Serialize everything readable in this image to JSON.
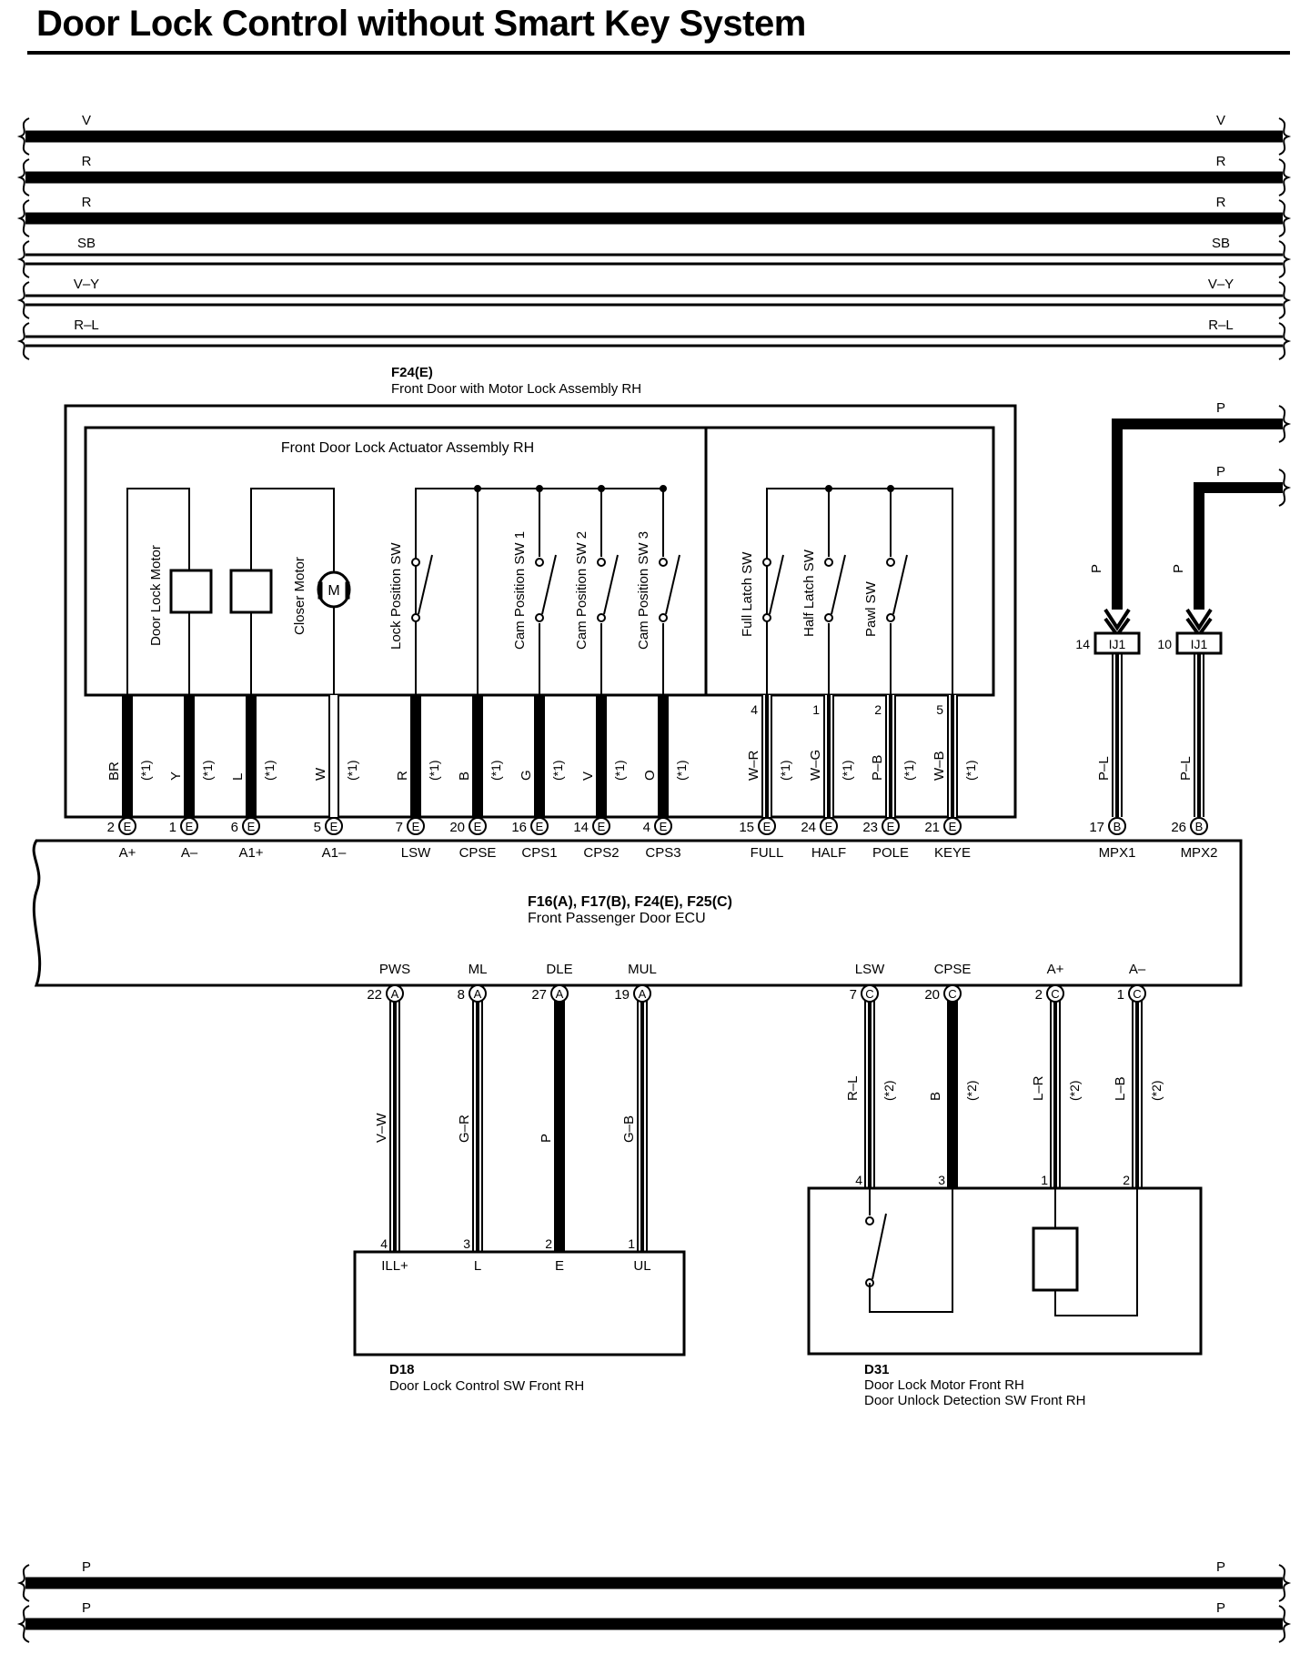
{
  "title": "Door Lock Control without Smart Key System",
  "top_bus": [
    {
      "color": "V",
      "style": "thick"
    },
    {
      "color": "R",
      "style": "thick"
    },
    {
      "color": "R",
      "style": "thick"
    },
    {
      "color": "SB",
      "style": "double"
    },
    {
      "color": "V–Y",
      "style": "double"
    },
    {
      "color": "R–L",
      "style": "double"
    }
  ],
  "bottom_bus": [
    {
      "color": "P",
      "style": "thick"
    },
    {
      "color": "P",
      "style": "thick"
    }
  ],
  "lock_assembly": {
    "code": "F24(E)",
    "name": "Front Door with Motor Lock Assembly RH"
  },
  "actuator": {
    "name": "Front Door Lock Actuator Assembly RH"
  },
  "components": [
    {
      "label": "Door Lock Motor",
      "kind": "coil"
    },
    {
      "label": "Closer Motor",
      "kind": "motor",
      "symbol": "M"
    },
    {
      "label": "Lock Position SW",
      "kind": "switch"
    },
    {
      "label": "Cam Position SW 1",
      "kind": "switch"
    },
    {
      "label": "Cam Position SW 2",
      "kind": "switch"
    },
    {
      "label": "Cam Position SW 3",
      "kind": "switch"
    },
    {
      "label": "Full Latch SW",
      "kind": "switch"
    },
    {
      "label": "Half Latch SW",
      "kind": "switch"
    },
    {
      "label": "Pawl SW",
      "kind": "switch"
    }
  ],
  "ecu": {
    "codes": "F16(A), F17(B), F24(E), F25(C)",
    "name": "Front Passenger Door ECU"
  },
  "ecu_top_pins": [
    {
      "pin": "2",
      "conn": "E",
      "term": "A+",
      "wire": "BR",
      "note": "(*1)",
      "style": "thick"
    },
    {
      "pin": "1",
      "conn": "E",
      "term": "A–",
      "wire": "Y",
      "note": "(*1)",
      "style": "thick"
    },
    {
      "pin": "6",
      "conn": "E",
      "term": "A1+",
      "wire": "L",
      "note": "(*1)",
      "style": "thick"
    },
    {
      "pin": "5",
      "conn": "E",
      "term": "A1–",
      "wire": "W",
      "note": "(*1)",
      "style": "white"
    },
    {
      "pin": "7",
      "conn": "E",
      "term": "LSW",
      "wire": "R",
      "note": "(*1)",
      "style": "thick"
    },
    {
      "pin": "20",
      "conn": "E",
      "term": "CPSE",
      "wire": "B",
      "note": "(*1)",
      "style": "thick"
    },
    {
      "pin": "16",
      "conn": "E",
      "term": "CPS1",
      "wire": "G",
      "note": "(*1)",
      "style": "thick"
    },
    {
      "pin": "14",
      "conn": "E",
      "term": "CPS2",
      "wire": "V",
      "note": "(*1)",
      "style": "thick"
    },
    {
      "pin": "4",
      "conn": "E",
      "term": "CPS3",
      "wire": "O",
      "note": "(*1)",
      "style": "thick"
    },
    {
      "pin": "15",
      "conn": "E",
      "term": "FULL",
      "wire": "W–R",
      "note": "(*1)",
      "style": "stripe",
      "top_pin": "4"
    },
    {
      "pin": "24",
      "conn": "E",
      "term": "HALF",
      "wire": "W–G",
      "note": "(*1)",
      "style": "stripe",
      "top_pin": "1"
    },
    {
      "pin": "23",
      "conn": "E",
      "term": "POLE",
      "wire": "P–B",
      "note": "(*1)",
      "style": "stripe",
      "top_pin": "2"
    },
    {
      "pin": "21",
      "conn": "E",
      "term": "KEYE",
      "wire": "W–B",
      "note": "(*1)",
      "style": "stripe",
      "top_pin": "5"
    },
    {
      "pin": "17",
      "conn": "B",
      "term": "MPX1",
      "wire": "P–L",
      "note": "",
      "style": "stripe",
      "splice": "IJ1",
      "splice_pin": "14",
      "feed": "P"
    },
    {
      "pin": "26",
      "conn": "B",
      "term": "MPX2",
      "wire": "P–L",
      "note": "",
      "style": "stripe",
      "splice": "IJ1",
      "splice_pin": "10",
      "feed": "P"
    }
  ],
  "ecu_bottom_pins": [
    {
      "pin": "22",
      "conn": "A",
      "term": "PWS",
      "wire": "V–W",
      "note": "",
      "style": "stripe",
      "end_pin": "4",
      "end_term": "ILL+"
    },
    {
      "pin": "8",
      "conn": "A",
      "term": "ML",
      "wire": "G–R",
      "note": "",
      "style": "stripe",
      "end_pin": "3",
      "end_term": "L"
    },
    {
      "pin": "27",
      "conn": "A",
      "term": "DLE",
      "wire": "P",
      "note": "",
      "style": "thick",
      "end_pin": "2",
      "end_term": "E"
    },
    {
      "pin": "19",
      "conn": "A",
      "term": "MUL",
      "wire": "G–B",
      "note": "",
      "style": "stripe",
      "end_pin": "1",
      "end_term": "UL"
    },
    {
      "pin": "7",
      "conn": "C",
      "term": "LSW",
      "wire": "R–L",
      "note": "(*2)",
      "style": "stripe",
      "end_pin": "4",
      "end_term": ""
    },
    {
      "pin": "20",
      "conn": "C",
      "term": "CPSE",
      "wire": "B",
      "note": "(*2)",
      "style": "thick",
      "end_pin": "3",
      "end_term": ""
    },
    {
      "pin": "2",
      "conn": "C",
      "term": "A+",
      "wire": "L–R",
      "note": "(*2)",
      "style": "stripe",
      "end_pin": "1",
      "end_term": ""
    },
    {
      "pin": "1",
      "conn": "C",
      "term": "A–",
      "wire": "L–B",
      "note": "(*2)",
      "style": "stripe",
      "end_pin": "2",
      "end_term": ""
    }
  ],
  "d18": {
    "code": "D18",
    "name": "Door Lock Control SW Front RH"
  },
  "d31": {
    "code": "D31",
    "name_1": "Door Lock Motor Front RH",
    "name_2": "Door Unlock Detection SW Front RH"
  }
}
